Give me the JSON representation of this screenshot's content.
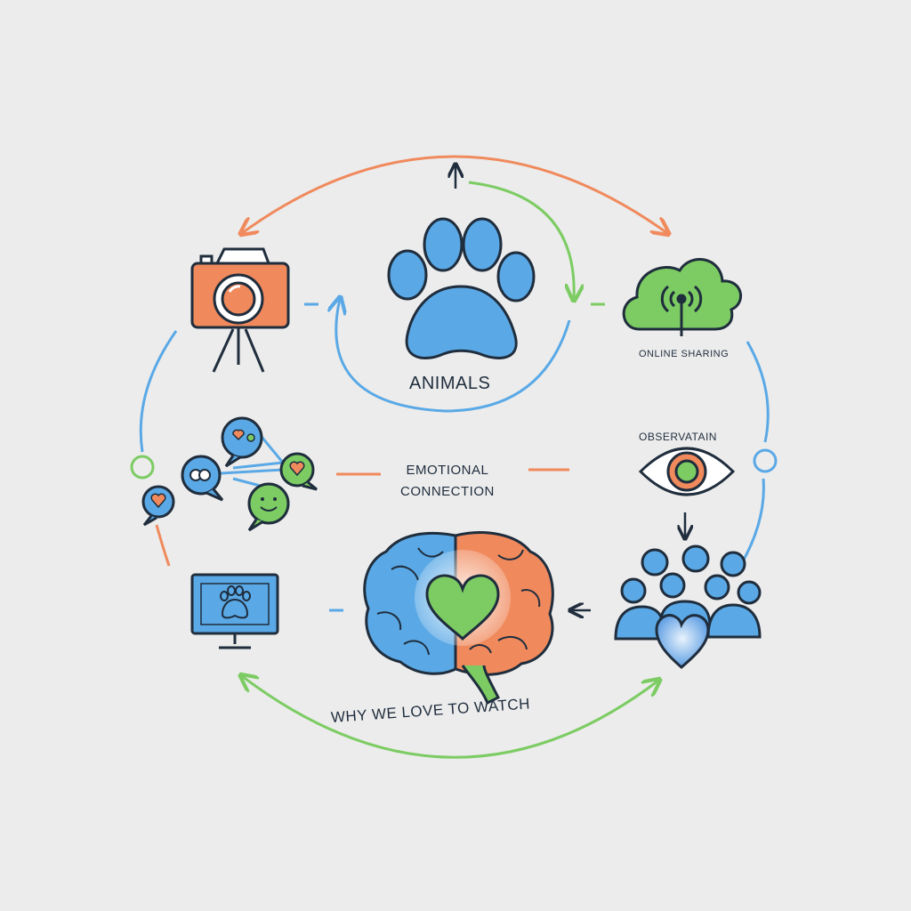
{
  "labels": {
    "animals": "ANIMALS",
    "online_sharing": "ONLINE SHARING",
    "observation": "OBSERVATAIN",
    "emotional_line1": "EMOTIONAL",
    "emotional_line2": "CONNECTION",
    "why": "WHY WE LOVE TO WATCH"
  },
  "colors": {
    "blue": "#5aa9e6",
    "orange": "#f08a5d",
    "green": "#7ccc63",
    "dark": "#1f2d3d",
    "background": "#ececec"
  },
  "icons": [
    "camera-on-tripod-icon",
    "paw-print-icon",
    "cloud-broadcast-icon",
    "chat-bubbles-icon",
    "eye-icon",
    "computer-monitor-paw-icon",
    "brain-heart-icon",
    "crowd-heart-icon"
  ]
}
